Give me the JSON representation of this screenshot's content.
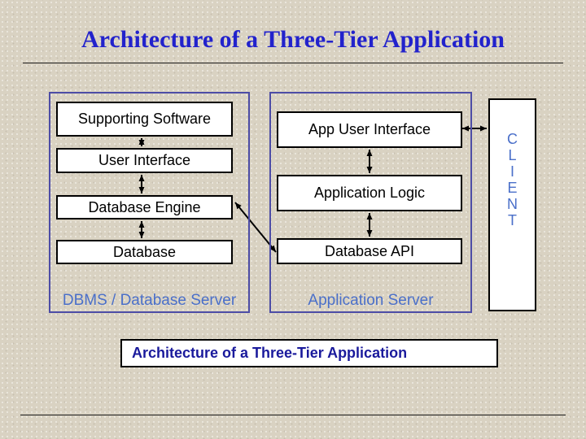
{
  "slide": {
    "title": "Architecture of a Three-Tier Application",
    "caption": "Architecture of a Three-Tier Application"
  },
  "dbms_panel": {
    "label": "DBMS / Database Server",
    "boxes": [
      {
        "label": "Supporting Software"
      },
      {
        "label": "User Interface"
      },
      {
        "label": "Database Engine"
      },
      {
        "label": "Database"
      }
    ]
  },
  "app_panel": {
    "label": "Application Server",
    "boxes": [
      {
        "label": "App User Interface"
      },
      {
        "label": "Application Logic"
      },
      {
        "label": "Database API"
      }
    ]
  },
  "client_box": {
    "word": "CLIENT",
    "letters": [
      "C",
      "L",
      "I",
      "E",
      "N",
      "T"
    ]
  },
  "connectors": [
    {
      "from": "Supporting Software",
      "to": "User Interface",
      "type": "bidirectional"
    },
    {
      "from": "User Interface",
      "to": "Database Engine",
      "type": "bidirectional"
    },
    {
      "from": "Database Engine",
      "to": "Database",
      "type": "bidirectional"
    },
    {
      "from": "App User Interface",
      "to": "Application Logic",
      "type": "bidirectional"
    },
    {
      "from": "Application Logic",
      "to": "Database API",
      "type": "bidirectional"
    },
    {
      "from": "Database Engine",
      "to": "Database API",
      "type": "bidirectional"
    },
    {
      "from": "App User Interface",
      "to": "CLIENT",
      "type": "bidirectional"
    }
  ],
  "colors": {
    "background": "#d9d2c2",
    "title_blue": "#2222cc",
    "panel_border_blue": "#4d4da6",
    "label_blue": "#4a6fc9",
    "caption_navy": "#1a1a9c",
    "box_border": "#000000",
    "box_fill": "#ffffff"
  }
}
